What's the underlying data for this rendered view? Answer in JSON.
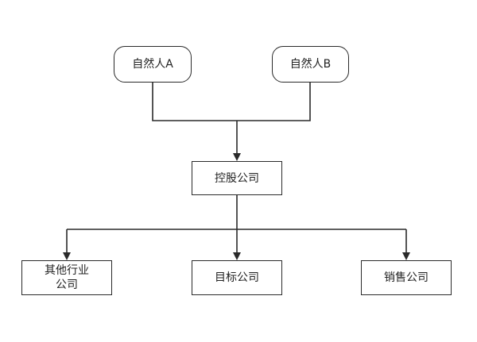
{
  "nodes": {
    "person_a": "自然人A",
    "person_b": "自然人B",
    "holding": "控股公司",
    "other": "其他行业\n公司",
    "target": "目标公司",
    "sales": "销售公司"
  },
  "edges": [
    {
      "from": "person_a",
      "to": "holding"
    },
    {
      "from": "person_b",
      "to": "holding"
    },
    {
      "from": "holding",
      "to": "other"
    },
    {
      "from": "holding",
      "to": "target"
    },
    {
      "from": "holding",
      "to": "sales"
    }
  ],
  "colors": {
    "line": "#2a2a2a",
    "border": "#2a2a2a",
    "text": "#222222",
    "background": "#ffffff"
  }
}
